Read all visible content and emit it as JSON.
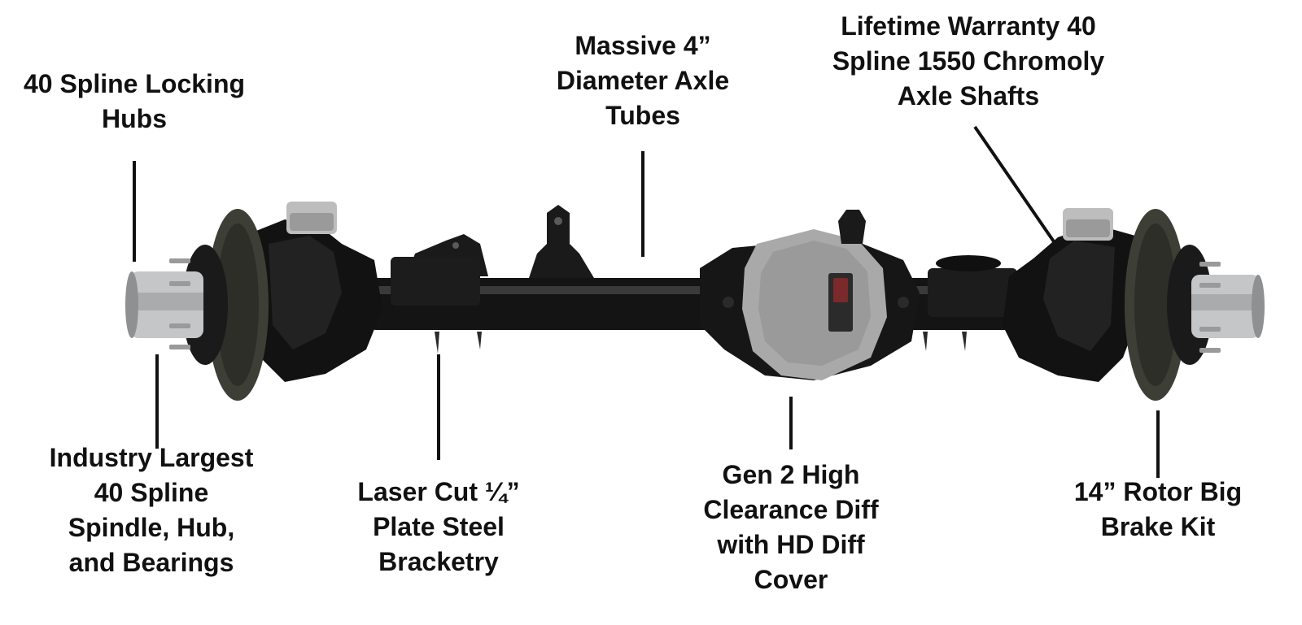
{
  "colors": {
    "text": "#111111",
    "leader_line": "#111111",
    "axle_body": "#141414",
    "axle_highlight": "#3a3a3a",
    "diff_cover": "#a9a9a9",
    "rotor": "#3d3f36",
    "hub_silver": "#c4c6c8"
  },
  "callouts": {
    "locking_hubs": {
      "lines": [
        "40 Spline Locking",
        "Hubs"
      ]
    },
    "axle_tubes": {
      "lines": [
        "Massive 4”",
        "Diameter Axle",
        "Tubes"
      ]
    },
    "axle_shafts": {
      "lines": [
        "Lifetime Warranty 40",
        "Spline 1550 Chromoly",
        "Axle Shafts"
      ]
    },
    "spindle_hub": {
      "lines": [
        "Industry Largest",
        "40 Spline",
        "Spindle, Hub,",
        "and Bearings"
      ]
    },
    "plate_steel": {
      "lines": [
        "Laser Cut ¼”",
        "Plate Steel",
        "Bracketry"
      ]
    },
    "diff_cover": {
      "lines": [
        "Gen 2 High",
        "Clearance Diff",
        "with HD Diff",
        "Cover"
      ]
    },
    "brake_kit": {
      "lines": [
        "14” Rotor Big",
        "Brake Kit"
      ]
    }
  }
}
